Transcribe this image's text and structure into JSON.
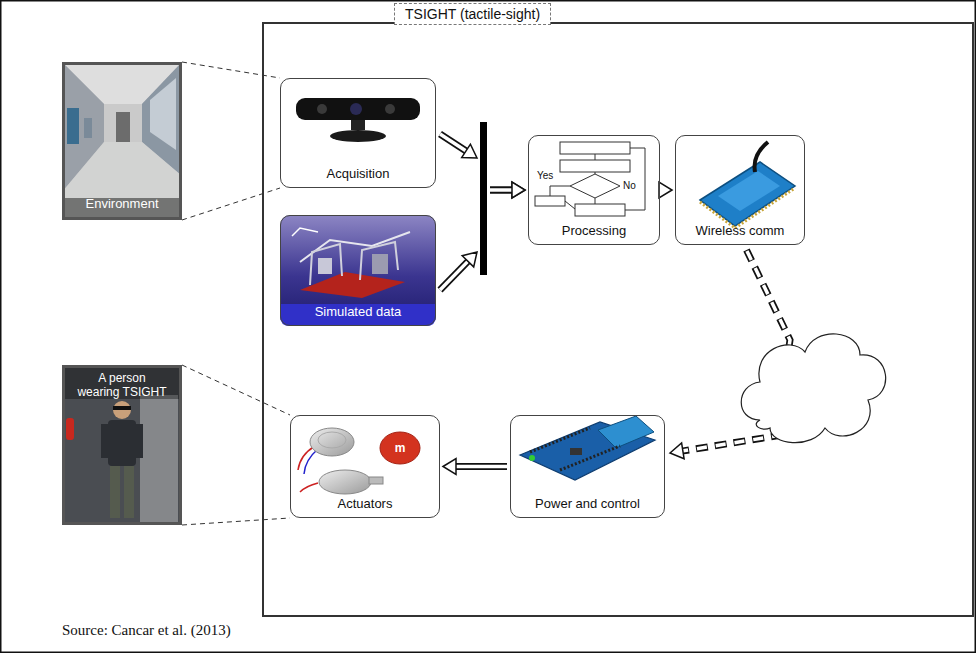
{
  "diagram": {
    "caption": "Source: Cancar et al. (2013)",
    "nodes": [
      {
        "text": [
          "Environment"
        ]
      },
      {
        "text": [
          "TSIGHT (tactile-sight)"
        ]
      },
      {
        "text": [
          "Acquisition"
        ],
        "in": 1
      },
      {
        "text": [
          "Simulated data"
        ],
        "in": 1
      },
      {
        "text": [
          "Processing"
        ],
        "in": 1
      },
      {
        "text": [
          "Wireless comm"
        ],
        "in": 1
      },
      {
        "text": [
          "Power and control"
        ],
        "in": 1
      },
      {
        "text": [
          "Actuators"
        ],
        "in": 1
      },
      {
        "text": [
          "A person wearing TSIGHT"
        ]
      }
    ],
    "edges": [
      {
        "from": 2,
        "to": 4,
        "arrow": "to"
      },
      {
        "from": 3,
        "to": 4,
        "arrow": "to"
      },
      {
        "from": 4,
        "to": 5,
        "arrow": "to"
      },
      {
        "from": 5,
        "to": 6,
        "arrow": "to"
      },
      {
        "from": 6,
        "to": 7,
        "arrow": "to"
      },
      {
        "from": 0,
        "to": 2,
        "arrow": "none"
      },
      {
        "from": 8,
        "to": 7,
        "arrow": "none"
      }
    ],
    "labels": [
      "Yes",
      "No",
      "m"
    ]
  }
}
